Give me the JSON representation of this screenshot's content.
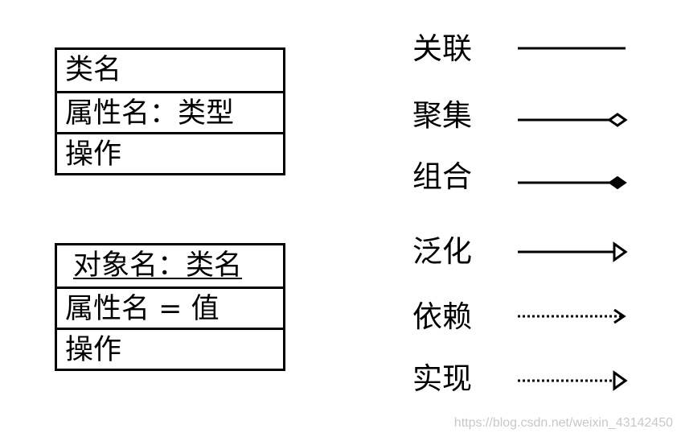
{
  "class_box": {
    "name": "类名",
    "attribute": "属性名：类型",
    "operation": "操作"
  },
  "object_box": {
    "name": "对象名：类名",
    "attribute": "属性名 = 值",
    "operation": "操作"
  },
  "legend": {
    "association": "关联",
    "aggregation": "聚集",
    "composition": "组合",
    "generalization": "泛化",
    "dependency": "依赖",
    "realization": "实现"
  },
  "watermark": "https://blog.csdn.net/weixin_43142450"
}
